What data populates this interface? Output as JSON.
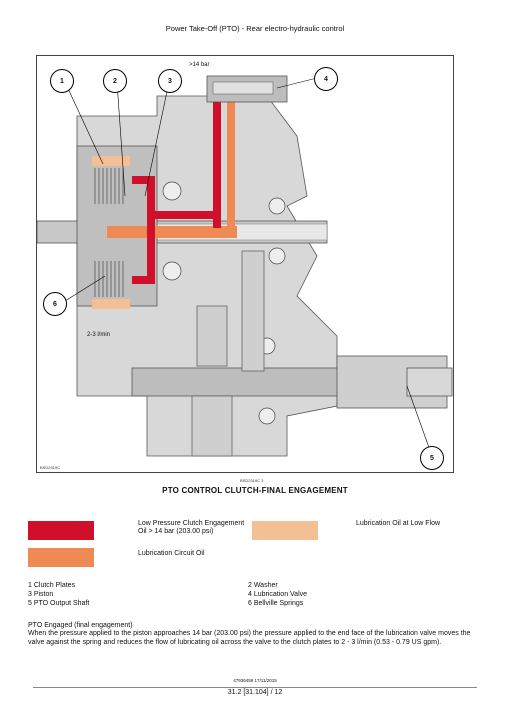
{
  "header": {
    "title": "Power Take-Off (PTO) - Rear electro-hydraulic control"
  },
  "figure": {
    "pressure_label": ">14 bar",
    "flow_label": "2-3 l/min",
    "callouts": [
      "1",
      "2",
      "3",
      "4",
      "5",
      "6"
    ],
    "corner_code": "BSD2319C",
    "ref_code": "BSD2319C    3",
    "caption": "PTO CONTROL CLUTCH-FINAL ENGAGEMENT"
  },
  "legend": {
    "items": [
      {
        "color": "#d0102a",
        "label": "Low Pressure Clutch Engagement Oil > 14 bar (203.00 psi)"
      },
      {
        "color": "#f08a55",
        "label": "Lubrication Circuit Oil"
      },
      {
        "color": "#f3bf95",
        "label": "Lubrication Oil at Low Flow"
      }
    ]
  },
  "parts": {
    "left": [
      "1 Clutch Plates",
      "3 Piston",
      "5 PTO Output Shaft"
    ],
    "right": [
      "2 Washer",
      "4 Lubrication Valve",
      "6 Bellville Springs"
    ]
  },
  "description": {
    "heading": "PTO Engaged (final engagement)",
    "body": "When the pressure applied to the piston approaches 14 bar (203.00 psi) the pressure applied to the end face of the lubrication valve moves the valve against the spring and reduces the flow of lubricating oil across the valve to the clutch plates to 2 - 3 l/min (0.53 - 0.79 US gpm)."
  },
  "footer": {
    "doc_ref": "47936459 17/11/2015",
    "page": "31.2 [31.104] / 12"
  }
}
